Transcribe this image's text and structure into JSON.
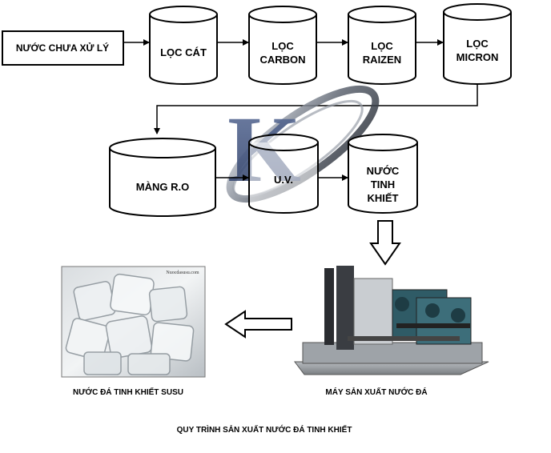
{
  "steps": {
    "source": "NƯỚC CHƯA XỬ LÝ",
    "sand": "LỌC CÁT",
    "carbon_1": "LỌC",
    "carbon_2": "CARBON",
    "raizen_1": "LỌC",
    "raizen_2": "RAIZEN",
    "micron_1": "LỌC",
    "micron_2": "MICRON",
    "ro": "MÀNG R.O",
    "uv": "U.V.",
    "pure_1": "NƯỚC",
    "pure_2": "TINH",
    "pure_3": "KHIẾT"
  },
  "photos": {
    "ice_watermark": "Nuocdasusu.com",
    "ice_caption": "NƯỚC ĐÁ TINH KHIẾT SUSU",
    "machine_caption": "MÁY SẢN XUẤT NƯỚC ĐÁ"
  },
  "title": "QUY TRÌNH SẢN XUẤT NƯỚC ĐÁ TINH KHIẾT",
  "logo_letter": "K"
}
